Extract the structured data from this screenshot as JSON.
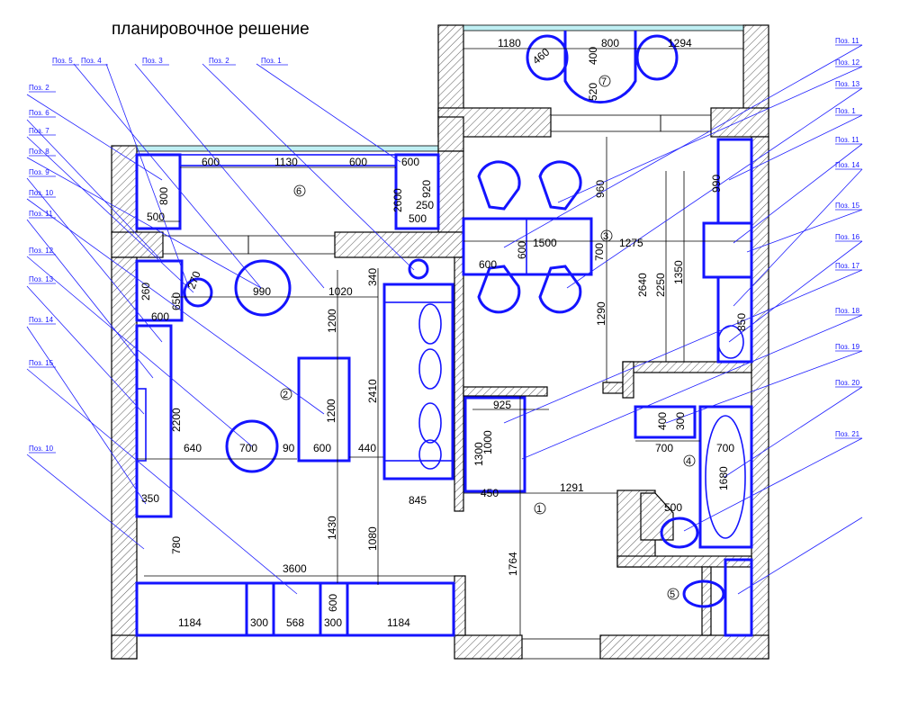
{
  "title": "планировочное решение",
  "colors": {
    "furniture": "#1414ff",
    "leader": "#2020ff",
    "wall": "#000000",
    "glass": "#bfeff3"
  },
  "left_labels": [
    "Поз. 5",
    "Поз. 4",
    "Поз. 3",
    "Поз. 2",
    "Поз. 1",
    "Поз. 2",
    "Поз. 6",
    "Поз. 7",
    "Поз. 8",
    "Поз. 9",
    "Поз. 10",
    "Поз. 11",
    "Поз. 12",
    "Поз. 13",
    "Поз. 14",
    "Поз. 15",
    "Поз. 10"
  ],
  "right_labels": [
    "Поз. 11",
    "Поз. 12",
    "Поз. 13",
    "Поз. 1",
    "Поз. 11",
    "Поз. 14",
    "Поз. 15",
    "Поз. 16",
    "Поз. 17",
    "Поз. 18",
    "Поз. 19",
    "Поз. 20",
    "Поз. 21"
  ],
  "rooms": [
    "1",
    "2",
    "3",
    "4",
    "5",
    "6",
    "7"
  ],
  "dims": {
    "d1180": "1180",
    "d800t": "800",
    "d1294": "1294",
    "d460": "460",
    "d400": "400",
    "d520": "520",
    "d600a": "600",
    "d1130": "1130",
    "d600b": "600",
    "d600c": "600",
    "d800l": "800",
    "d500a": "500",
    "d2600": "2600",
    "d920": "920",
    "d250": "250",
    "d500b": "500",
    "d340": "340",
    "d1020": "1020",
    "d270": "270",
    "d990a": "990",
    "d260": "260",
    "d650": "650",
    "d600d": "600",
    "d1200a": "1200",
    "d1200b": "1200",
    "d2410": "2410",
    "d2200": "2200",
    "d640": "640",
    "d700a": "700",
    "d90": "90",
    "d600e": "600",
    "d440": "440",
    "d350": "350",
    "d845": "845",
    "d1430": "1430",
    "d1080": "1080",
    "d780": "780",
    "d3600": "3600",
    "d1184a": "1184",
    "d300a": "300",
    "d568": "568",
    "d300b": "300",
    "d600f": "600",
    "d1184b": "1184",
    "d960": "960",
    "d1500": "1500",
    "d600g": "600",
    "d600h": "600",
    "d1275": "1275",
    "d700b": "700",
    "d1290": "1290",
    "d990b": "990",
    "d2640": "2640",
    "d2250": "2250",
    "d1350": "1350",
    "d850": "850",
    "d925": "925",
    "d1300": "1300",
    "d1000": "1000",
    "d450": "450",
    "d1291": "1291",
    "d1764": "1764",
    "d400b": "400",
    "d300c": "300",
    "d700c": "700",
    "d700d": "700",
    "d1680": "1680",
    "d500c": "500"
  }
}
